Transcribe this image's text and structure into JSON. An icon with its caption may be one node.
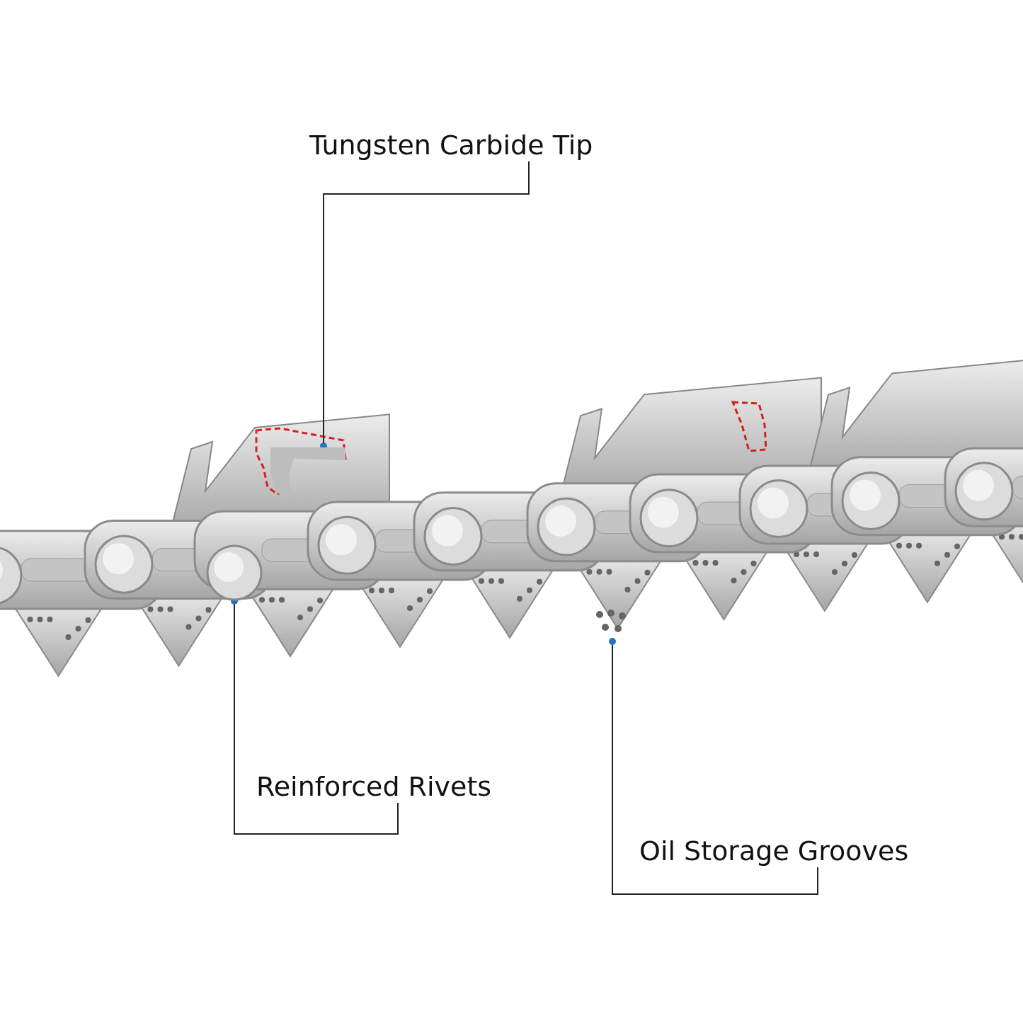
{
  "diagram": {
    "nodes": [
      {
        "text": [
          "Tungsten Carbide Tip"
        ]
      },
      {
        "text": [],
        "shape": "picture"
      },
      {
        "text": [
          "Reinforced Rivets"
        ]
      },
      {
        "text": [],
        "shape": "picture"
      },
      {
        "text": [
          "Oil Storage Grooves"
        ]
      },
      {
        "text": [],
        "shape": "picture"
      }
    ],
    "edges": [
      {
        "from": 0,
        "to": 1,
        "arrow": "other"
      },
      {
        "from": 2,
        "to": 3,
        "arrow": "other"
      },
      {
        "from": 4,
        "to": 5,
        "arrow": "other"
      }
    ]
  }
}
